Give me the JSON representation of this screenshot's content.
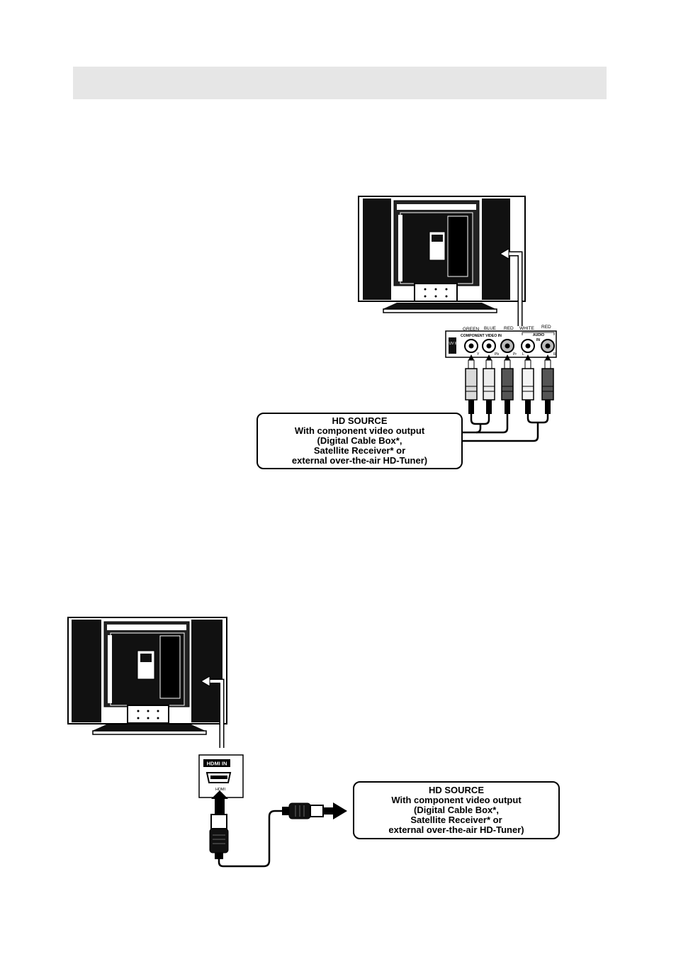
{
  "component_panel": {
    "color_labels": [
      "GREEN",
      "BLUE",
      "RED",
      "WHITE",
      "RED"
    ],
    "video_group_label": "COMPONENT VIDEO IN",
    "audio_group_label": "AUDIO",
    "audio_in_label": "IN",
    "side_label": "YUV IN",
    "jack_labels": [
      "Y",
      "Pb",
      "Pr",
      "L",
      "R"
    ]
  },
  "hd_source_1": {
    "lines": [
      "HD SOURCE",
      "With component video output",
      "(Digital Cable Box*,",
      "Satellite Receiver* or",
      "external over-the-air HD-Tuner)"
    ]
  },
  "hdmi_panel": {
    "title": "HDMI IN",
    "port_label": "HDMI"
  },
  "hd_source_2": {
    "lines": [
      "HD SOURCE",
      "With component video output",
      "(Digital Cable Box*,",
      "Satellite Receiver* or",
      "external over-the-air HD-Tuner)"
    ]
  },
  "colors": {
    "header_bar": "#e6e6e6",
    "ink": "#000000",
    "plug_green": "#d9d9d9",
    "plug_blue": "#ececec",
    "plug_red": "#555555",
    "plug_white": "#f4f4f4"
  }
}
